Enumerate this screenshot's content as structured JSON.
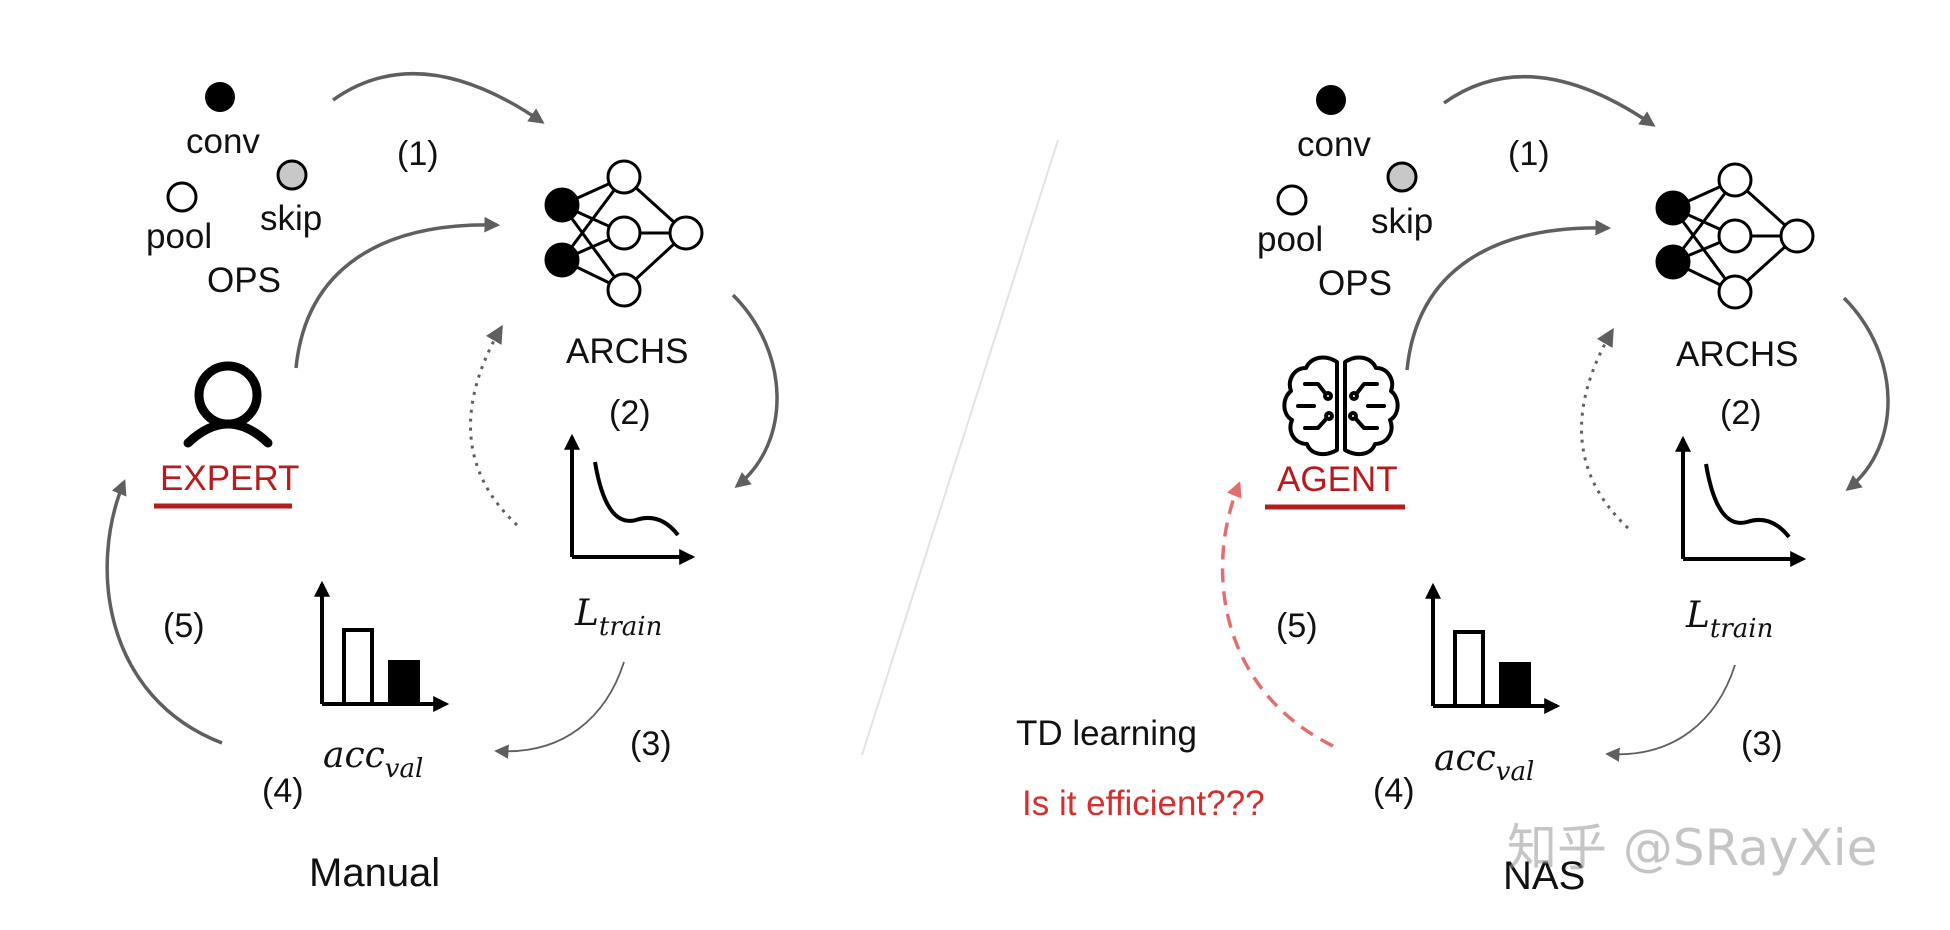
{
  "left_panel": {
    "ops": {
      "conv": "conv",
      "pool": "pool",
      "skip": "skip",
      "caption": "OPS"
    },
    "archs_label": "ARCHS",
    "actor_label": "EXPERT",
    "steps": {
      "s1": "(1)",
      "s2": "(2)",
      "s3": "(3)",
      "s4": "(4)",
      "s5": "(5)"
    },
    "loss": {
      "symbol": "L",
      "subscript": "train"
    },
    "acc": {
      "symbol": "acc",
      "subscript": "val"
    },
    "title": "Manual"
  },
  "right_panel": {
    "ops": {
      "conv": "conv",
      "pool": "pool",
      "skip": "skip",
      "caption": "OPS"
    },
    "archs_label": "ARCHS",
    "actor_label": "AGENT",
    "steps": {
      "s1": "(1)",
      "s2": "(2)",
      "s3": "(3)",
      "s4": "(4)",
      "s5": "(5)"
    },
    "loss": {
      "symbol": "L",
      "subscript": "train"
    },
    "acc": {
      "symbol": "acc",
      "subscript": "val"
    },
    "td_label": "TD learning",
    "question": "Is it efficient???",
    "title": "NAS"
  },
  "watermark": "知乎 @SRayXie",
  "colors": {
    "arrow": "#5f5f5f",
    "accent_red": "#b71c1c",
    "dashed_red": "#e07070",
    "question_red": "#d32f2f",
    "skip_fill": "#c8c8c8"
  },
  "icons": [
    "person-icon",
    "brain-icon",
    "neural-network-icon",
    "loss-curve-icon",
    "bar-chart-icon"
  ]
}
